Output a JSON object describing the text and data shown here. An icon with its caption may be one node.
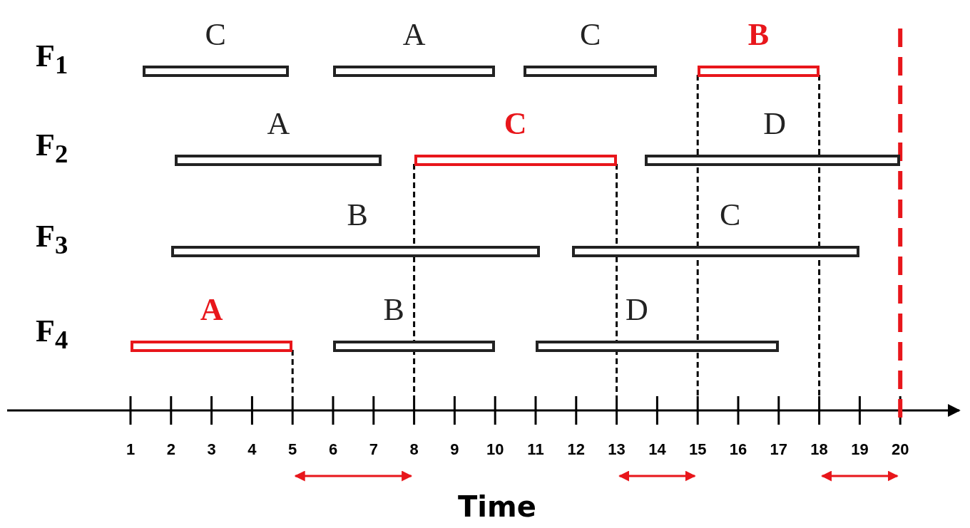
{
  "diagram": {
    "nodes": [
      {
        "text": [
          "C"
        ]
      },
      {
        "text": [
          "A"
        ]
      },
      {
        "text": [
          "C"
        ]
      },
      {
        "text": [
          "B"
        ]
      },
      {
        "text": [
          "A"
        ]
      },
      {
        "text": [
          "C"
        ]
      },
      {
        "text": [
          "D"
        ]
      },
      {
        "text": [
          "B"
        ]
      },
      {
        "text": [
          "C"
        ]
      },
      {
        "text": [
          "A"
        ]
      },
      {
        "text": [
          "B"
        ]
      },
      {
        "text": [
          "D"
        ]
      }
    ],
    "labels": [
      "F$_{1}$",
      "F$_{2}$",
      "F$_{3}$",
      "F$_{4}$",
      "1",
      "2",
      "3",
      "4",
      "5",
      "6",
      "7",
      "8",
      "9",
      "10",
      "11",
      "12",
      "13",
      "14",
      "15",
      "16",
      "17",
      "18",
      "19",
      "20",
      "Time"
    ]
  }
}
